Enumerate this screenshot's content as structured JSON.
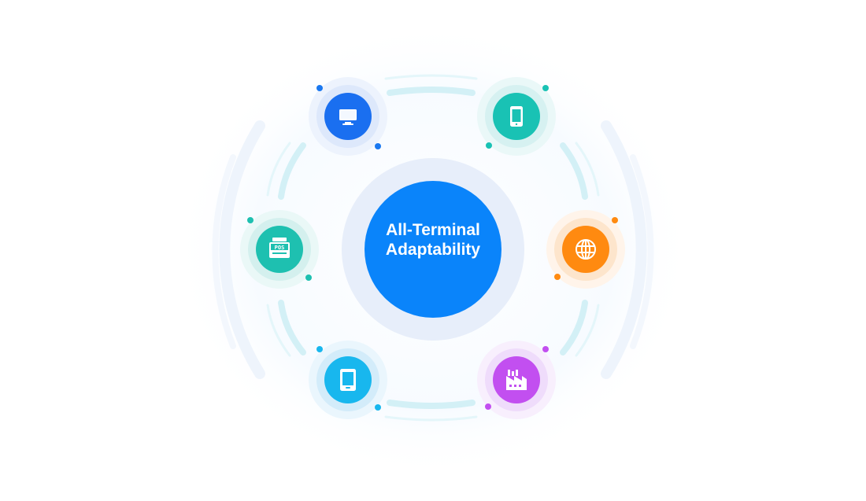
{
  "center": {
    "line1": "All-Terminal",
    "line2": "Adaptability"
  },
  "nodes": [
    {
      "name": "desktop-icon",
      "color": "#1a6ff0"
    },
    {
      "name": "mobile-phone-icon",
      "color": "#19c2b4"
    },
    {
      "name": "pos-terminal-icon",
      "color": "#1ec0b0",
      "label": "POS"
    },
    {
      "name": "globe-icon",
      "color": "#ff8a10"
    },
    {
      "name": "tablet-icon",
      "color": "#18b7ee"
    },
    {
      "name": "factory-icon",
      "color": "#c24ff0"
    }
  ],
  "colors": {
    "center_fill": "#0a84fa",
    "center_halo": "#e6eefb",
    "ring": "#d8f3f8"
  }
}
